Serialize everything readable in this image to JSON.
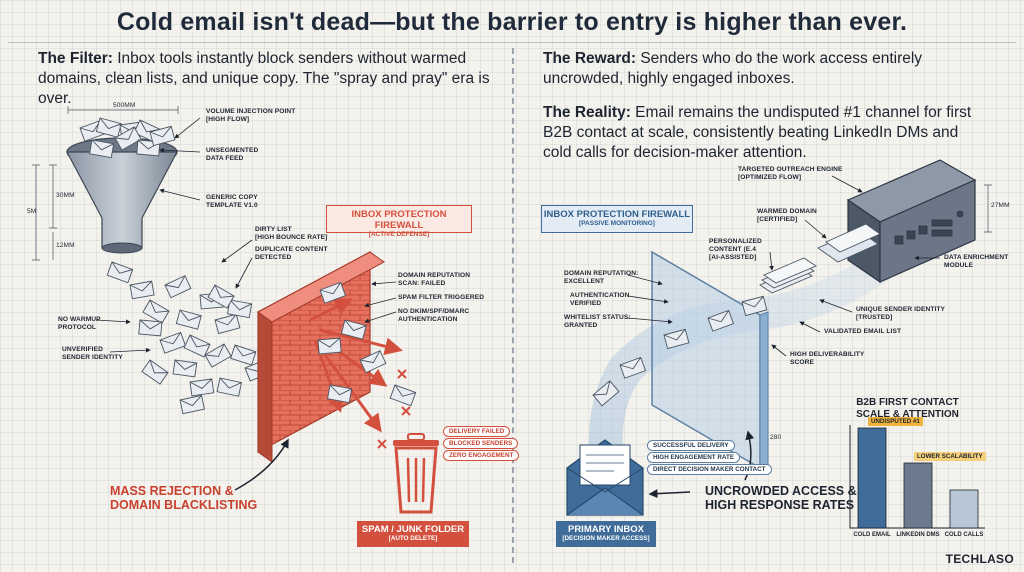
{
  "title": "Cold email isn't dead—but the barrier to entry is higher than ever.",
  "left": {
    "filter_heading": "The Filter:",
    "filter_text": " Inbox tools instantly block senders without warmed domains, clean lists, and unique copy. The \"spray and pray\" era is over.",
    "funnel_labels": {
      "volume": "Volume injection point",
      "volume_sub": "[High flow]",
      "unsegmented": "Unsegmented",
      "unsegmented_sub": "data feed",
      "generic": "Generic copy",
      "generic_sub": "template v1.0",
      "dirty": "Dirty list",
      "dirty_sub": "[High bounce rate]",
      "duplicate": "Duplicate content",
      "duplicate_sub": "detected",
      "no_warmup": "No warmup",
      "no_warmup_sub": "protocol",
      "unverified": "Unverified",
      "unverified_sub": "sender identity"
    },
    "firewall": {
      "title": "INBOX PROTECTION FIREWALL",
      "sub": "[ACTIVE DEFENSE]"
    },
    "firewall_labels": {
      "rep": "Domain reputation",
      "rep_sub": "scan: failed",
      "spam": "Spam filter triggered",
      "dkim": "No DKIM/SPF/DMARC",
      "dkim_sub": "authentication"
    },
    "pills": [
      "Delivery failed",
      "Blocked senders",
      "Zero engagement"
    ],
    "callout_1": "Mass rejection &",
    "callout_2": "domain blacklisting",
    "spam_title": "SPAM / JUNK FOLDER",
    "spam_sub": "[AUTO DELETE]",
    "dim_top": "500mm",
    "dim_1": "5M",
    "dim_2": "30mm",
    "dim_3": "12mm"
  },
  "right": {
    "reward_heading": "The Reward:",
    "reward_text": " Senders who do the work access entirely uncrowded, highly engaged inboxes.",
    "reality_heading": "The Reality:",
    "reality_text": " Email remains the undisputed #1 channel for first B2B contact at scale, consistently beating LinkedIn DMs and cold calls for decision-maker attention.",
    "engine": "Targeted outreach engine",
    "engine_sub": "[Optimized flow]",
    "warmed": "Warmed domain",
    "warmed_sub": "[Certified]",
    "personalized": "Personalized",
    "personalized_sub": "content (E.4",
    "personalized_sub2": "[AI-Assisted]",
    "data_enrich": "Data enrichment",
    "data_enrich_sub": "module",
    "unique": "Unique sender identity",
    "unique_sub": "[Trusted]",
    "validated": "Validated email list",
    "deliverability": "High deliverability",
    "deliverability_sub": "score",
    "firewall": {
      "title": "INBOX PROTECTION FIREWALL",
      "sub": "[PASSIVE MONITORING]"
    },
    "rep": "Domain reputation:",
    "rep_sub": "excellent",
    "auth": "Authentication",
    "auth_sub": "verified",
    "whitelist": "Whitelist status:",
    "whitelist_sub": "granted",
    "pills": [
      "Successful delivery",
      "High engagement rate",
      "Direct decision maker contact"
    ],
    "callout_1": "Uncrowded access &",
    "callout_2": "high response rates",
    "inbox_title": "PRIMARY INBOX",
    "inbox_sub": "[DECISION MAKER ACCESS]",
    "dim_engine": "27mm",
    "dim_wall": "280"
  },
  "chart_data": {
    "type": "bar",
    "title": "B2B First contact scale & attention",
    "categories": [
      "Cold email",
      "LinkedIn DMs",
      "Cold calls"
    ],
    "values": [
      100,
      65,
      38
    ],
    "annotations": [
      "Undisputed #1",
      "Lower scalability"
    ],
    "ylim": [
      0,
      110
    ],
    "colors": [
      "#3f6c98",
      "#6b7a8c",
      "#b8c6d6"
    ]
  },
  "logo": "TECHLASO",
  "colors": {
    "red": "#d4503e",
    "blue": "#3f6c98",
    "dark": "#1d2430"
  }
}
